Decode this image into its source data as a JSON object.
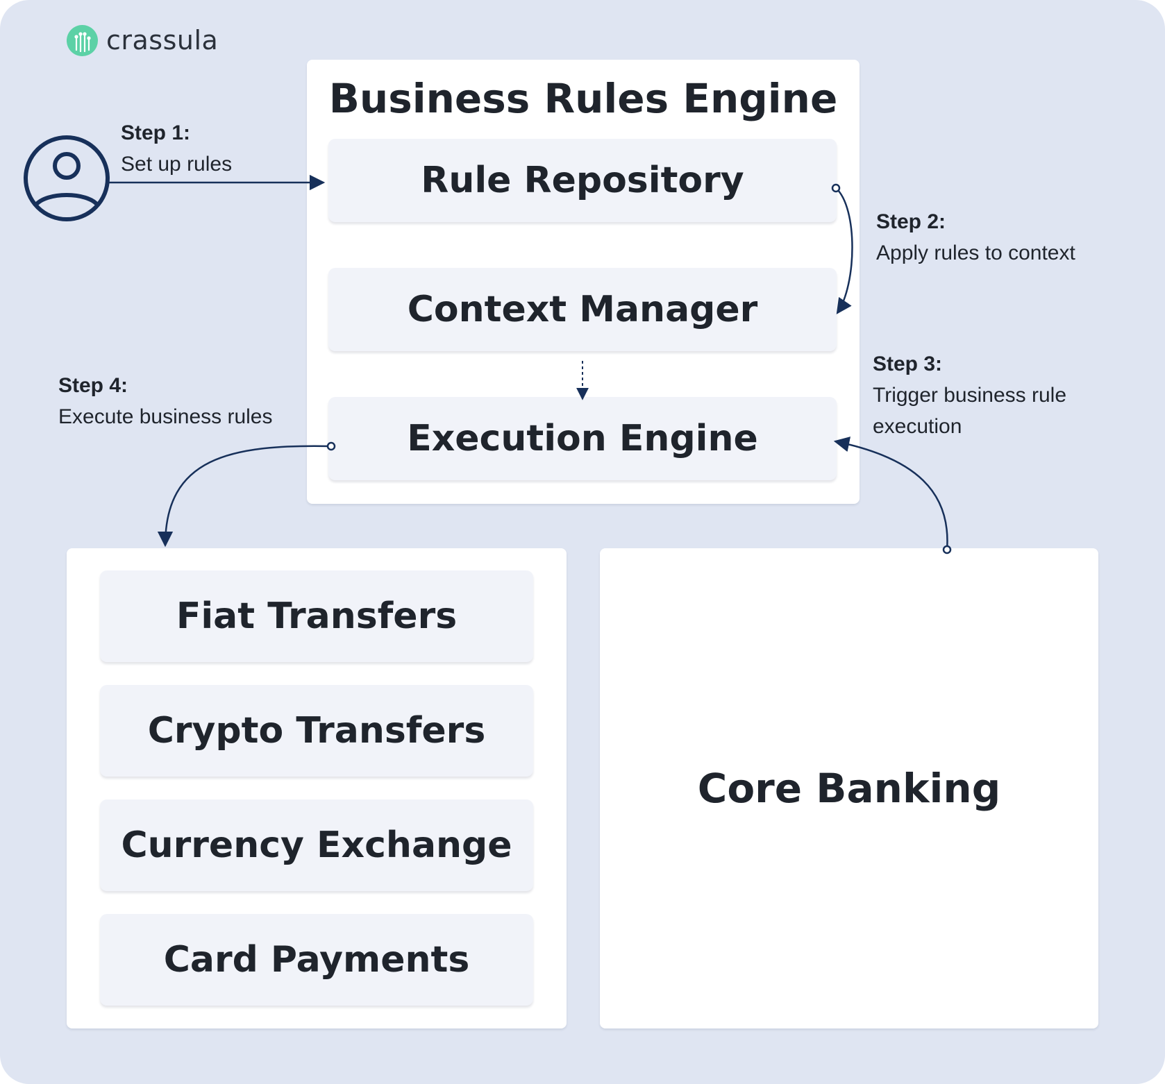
{
  "brand": {
    "name": "crassula",
    "color": "#5cd1a6"
  },
  "engine": {
    "title": "Business Rules Engine",
    "components": [
      "Rule Repository",
      "Context Manager",
      "Execution Engine"
    ]
  },
  "services": [
    "Fiat Transfers",
    "Crypto Transfers",
    "Currency Exchange",
    "Card Payments"
  ],
  "core": "Core Banking",
  "steps": [
    {
      "label": "Step 1:",
      "text": "Set up rules"
    },
    {
      "label": "Step 2:",
      "text": "Apply rules to context"
    },
    {
      "label": "Step 3:",
      "text": "Trigger business rule execution"
    },
    {
      "label": "Step 4:",
      "text": "Execute business rules"
    }
  ],
  "colors": {
    "background": "#dfe5f2",
    "arrow": "#17305a",
    "card": "#f1f3f9",
    "panel": "#ffffff"
  },
  "icons": {
    "user": "user-circle-icon",
    "logo": "crassula-logo-icon"
  }
}
